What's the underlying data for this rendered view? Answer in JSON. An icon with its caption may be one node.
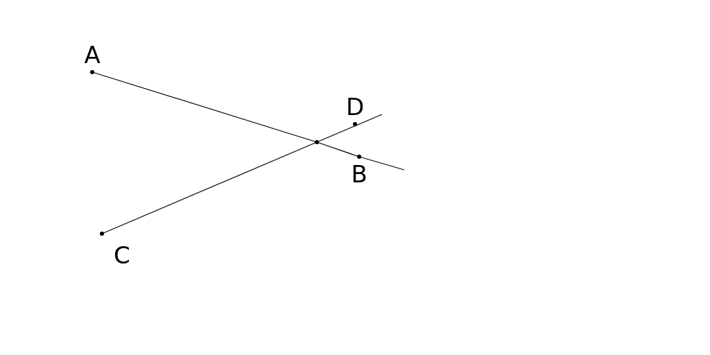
{
  "diagram": {
    "nodes": [
      {
        "text": [
          "A"
        ]
      },
      {
        "text": [
          "D"
        ]
      },
      {
        "text": [],
        "shape": "circle"
      },
      {
        "text": [
          "B"
        ]
      },
      {
        "text": [
          "C"
        ]
      }
    ],
    "edges": [
      {
        "from": 0,
        "to": 2,
        "arrow": "none"
      },
      {
        "from": 2,
        "to": 3,
        "arrow": "none"
      },
      {
        "from": 3,
        "to": null,
        "arrow": "none"
      },
      {
        "from": 4,
        "to": 2,
        "arrow": "none"
      },
      {
        "from": 2,
        "to": null,
        "arrow": "none"
      }
    ]
  }
}
